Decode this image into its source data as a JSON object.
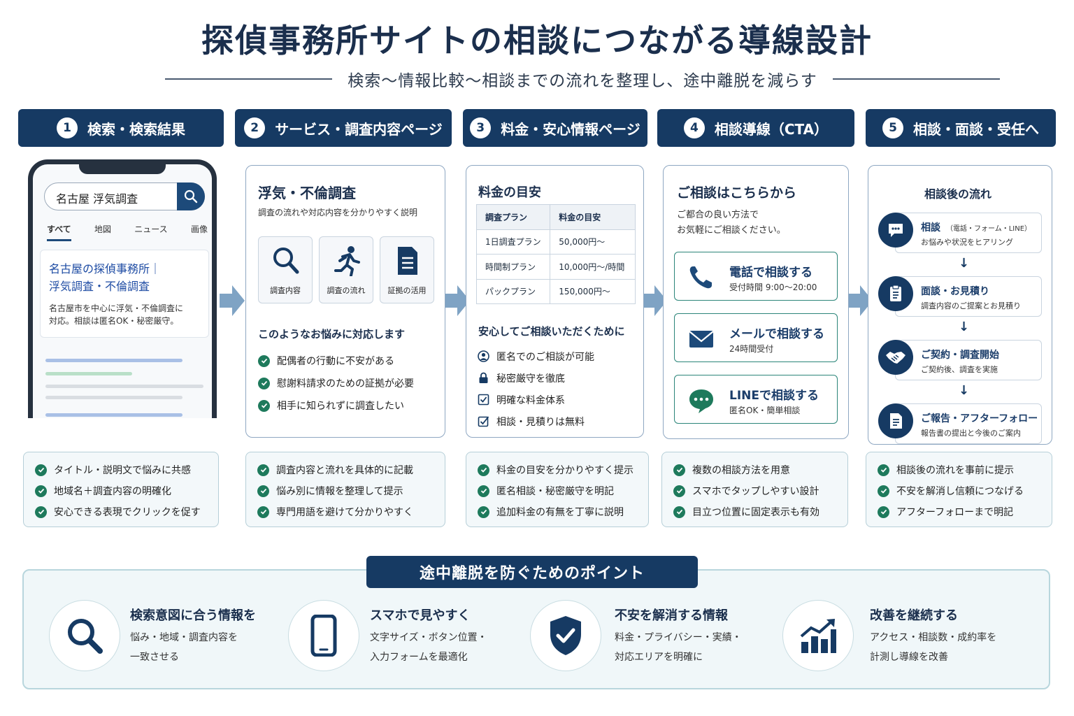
{
  "header": {
    "title": "探偵事務所サイトの相談につながる導線設計",
    "subtitle": "検索〜情報比較〜相談までの流れを整理し、途中離脱を減らす"
  },
  "steps": [
    {
      "num": "1",
      "label": "検索・検索結果"
    },
    {
      "num": "2",
      "label": "サービス・調査内容ページ"
    },
    {
      "num": "3",
      "label": "料金・安心情報ページ"
    },
    {
      "num": "4",
      "label": "相談導線（CTA）"
    },
    {
      "num": "5",
      "label": "相談・面談・受任へ"
    }
  ],
  "search": {
    "query": "名古屋 浮気調査",
    "tabs": [
      "すべて",
      "地図",
      "ニュース",
      "画像"
    ],
    "result_title_1": "名古屋の探偵事務所｜",
    "result_title_2": "浮気調査・不倫調査",
    "result_desc_1": "名古屋市を中心に浮気・不倫調査に",
    "result_desc_2": "対応。相談は匿名OK・秘密厳守。"
  },
  "service": {
    "title": "浮気・不倫調査",
    "desc": "調査の流れや対応内容を分かりやすく説明",
    "tiles": [
      "調査内容",
      "調査の流れ",
      "証拠の活用"
    ],
    "concern_title": "このようなお悩みに対応します",
    "concerns": [
      "配偶者の行動に不安がある",
      "慰謝料請求のための証拠が必要",
      "相手に知られずに調査したい"
    ]
  },
  "price": {
    "title": "料金の目安",
    "headers": [
      "調査プラン",
      "料金の目安"
    ],
    "rows": [
      [
        "1日調査プラン",
        "50,000円〜"
      ],
      [
        "時間制プラン",
        "10,000円〜/時間"
      ],
      [
        "パックプラン",
        "150,000円〜"
      ]
    ],
    "safe_title": "安心してご相談いただくために",
    "safe_items": [
      "匿名でのご相談が可能",
      "秘密厳守を徹底",
      "明確な料金体系",
      "相談・見積りは無料"
    ]
  },
  "cta": {
    "title": "ご相談はこちらから",
    "desc_1": "ご都合の良い方法で",
    "desc_2": "お気軽にご相談ください。",
    "buttons": [
      {
        "title": "電話で相談する",
        "desc": "受付時間 9:00〜20:00"
      },
      {
        "title": "メールで相談する",
        "desc": "24時間受付"
      },
      {
        "title": "LINEで相談する",
        "desc": "匿名OK・簡単相談"
      }
    ]
  },
  "flow": {
    "title": "相談後の流れ",
    "items": [
      {
        "title": "相談",
        "note": "（電話・フォーム・LINE）",
        "desc": "お悩みや状況をヒアリング"
      },
      {
        "title": "面談・お見積り",
        "note": "",
        "desc": "調査内容のご提案とお見積り"
      },
      {
        "title": "ご契約・調査開始",
        "note": "",
        "desc": "ご契約後、調査を実施"
      },
      {
        "title": "ご報告・アフターフォロー",
        "note": "",
        "desc": "報告書の提出と今後のご案内"
      }
    ]
  },
  "bottoms": [
    [
      "タイトル・説明文で悩みに共感",
      "地域名＋調査内容の明確化",
      "安心できる表現でクリックを促す"
    ],
    [
      "調査内容と流れを具体的に記載",
      "悩み別に情報を整理して提示",
      "専門用語を避けて分かりやすく"
    ],
    [
      "料金の目安を分かりやすく提示",
      "匿名相談・秘密厳守を明記",
      "追加料金の有無を丁寧に説明"
    ],
    [
      "複数の相談方法を用意",
      "スマホでタップしやすい設計",
      "目立つ位置に固定表示も有効"
    ],
    [
      "相談後の流れを事前に提示",
      "不安を解消し信頼につなげる",
      "アフターフォローまで明記"
    ]
  ],
  "points": {
    "title": "途中離脱を防ぐためのポイント",
    "items": [
      {
        "title": "検索意図に合う情報を",
        "desc_1": "悩み・地域・調査内容を",
        "desc_2": "一致させる"
      },
      {
        "title": "スマホで見やすく",
        "desc_1": "文字サイズ・ボタン位置・",
        "desc_2": "入力フォームを最適化"
      },
      {
        "title": "不安を解消する情報",
        "desc_1": "料金・プライバシー・実績・",
        "desc_2": "対応エリアを明確に"
      },
      {
        "title": "改善を継続する",
        "desc_1": "アクセス・相談数・成約率を",
        "desc_2": "計測し導線を改善"
      }
    ]
  },
  "colors": {
    "navy": "#163a63",
    "teal": "#1e7a5c",
    "arrow": "#7fa3c4"
  }
}
